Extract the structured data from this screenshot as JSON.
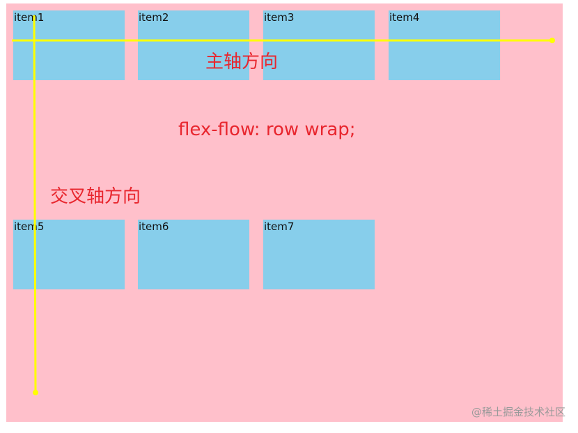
{
  "colors": {
    "container_background": "#ffc0cb",
    "item_background": "#87ceeb",
    "axis_color": "#ffff00",
    "label_color": "#e8262e",
    "watermark_color": "#9a9a9a"
  },
  "items": [
    {
      "label": "item1"
    },
    {
      "label": "item2"
    },
    {
      "label": "item3"
    },
    {
      "label": "item4"
    },
    {
      "label": "item5"
    },
    {
      "label": "item6"
    },
    {
      "label": "item7"
    }
  ],
  "annotations": {
    "main_axis": "主轴方向",
    "flex_flow": "flex-flow: row wrap;",
    "cross_axis": "交叉轴方向"
  },
  "watermark": "@稀土掘金技术社区"
}
